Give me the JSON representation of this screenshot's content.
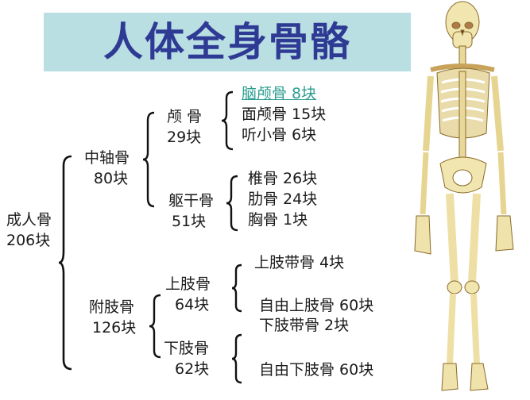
{
  "title": "人体全身骨骼",
  "colors": {
    "title_bg": "#b9dfe3",
    "title_text": "#2e3a94",
    "link_text": "#2a9d8f",
    "body_text": "#1a1a1a",
    "bone": "#f1e6b0"
  },
  "tree": {
    "root": {
      "name": "成人骨",
      "count": "206块"
    },
    "axial": {
      "name": "中轴骨",
      "count": "80块"
    },
    "skull": {
      "name": "颅 骨",
      "count": "29块"
    },
    "skull_parts": [
      {
        "text": "脑颅骨 8块",
        "link": true
      },
      {
        "text": "面颅骨 15块"
      },
      {
        "text": "听小骨 6块"
      }
    ],
    "trunk": {
      "name": "躯干骨",
      "count": "51块"
    },
    "trunk_parts": [
      {
        "text": "椎骨 26块"
      },
      {
        "text": "肋骨 24块"
      },
      {
        "text": "胸骨 1块"
      }
    ],
    "appendicular": {
      "name": "附肢骨",
      "count": "126块"
    },
    "upper_limb": {
      "name": "上肢骨",
      "count": "64块"
    },
    "upper_parts": [
      {
        "text": "上肢带骨 4块"
      },
      {
        "text": "自由上肢骨 60块"
      }
    ],
    "lower_limb": {
      "name": "下肢骨",
      "count": "62块"
    },
    "lower_parts": [
      {
        "text": "下肢带骨 2块"
      },
      {
        "text": "自由下肢骨 60块"
      }
    ]
  },
  "image": {
    "alt": "human-skeleton-illustration"
  }
}
